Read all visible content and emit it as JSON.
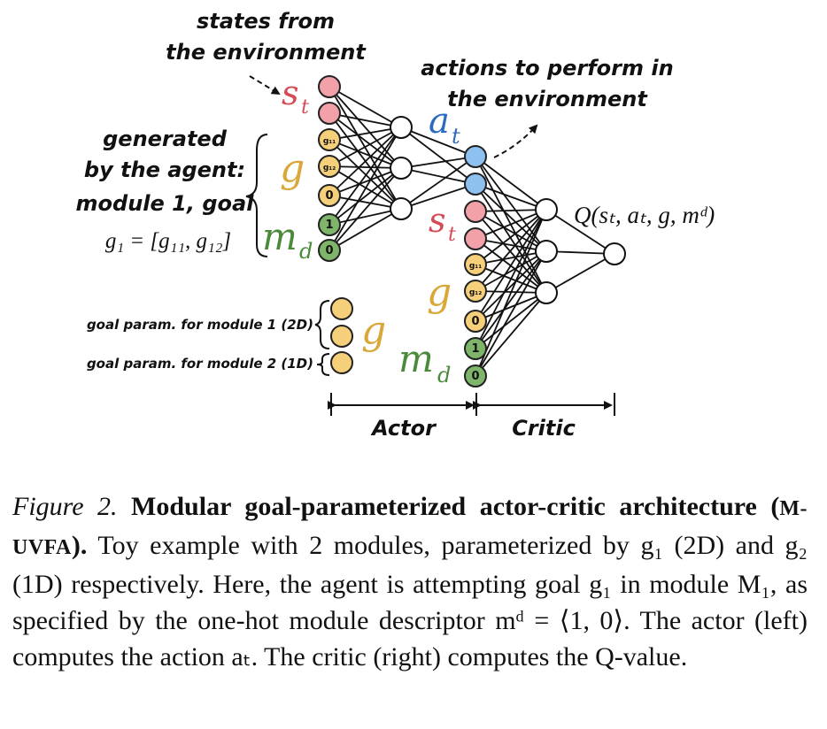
{
  "colors": {
    "state": "#f2a1a8",
    "state_stroke": "#c84c58",
    "goal": "#f5cf7a",
    "goal_stroke": "#c89a2a",
    "module": "#7fb56a",
    "module_stroke": "#3d7a2e",
    "action": "#8ec1f0",
    "action_stroke": "#2f6fb8",
    "hidden": "#ffffff",
    "edge": "#111111",
    "label_state": "#d44a55",
    "label_goal": "#d9a83a",
    "label_module": "#4a8a3a",
    "label_action": "#2a6bbf"
  },
  "annotations": {
    "states_line1": "states from",
    "states_line2": "the environment",
    "actions_line1": "actions to perform in",
    "actions_line2": "the environment",
    "generated_line1": "generated",
    "generated_line2": "by the agent:",
    "generated_line3": "module 1, goal",
    "goal_eq": "g₁ = [g₁₁, g₁₂]",
    "goal_param_1": "goal param. for module 1 (2D)",
    "goal_param_2": "goal param. for module 2 (1D)",
    "actor": "Actor",
    "critic": "Critic",
    "q_label": "Q(sₜ, aₜ, g, mᵈ)"
  },
  "symbols": {
    "s_t_main": "s",
    "s_t_sub": "t",
    "g": "g",
    "m_d_main": "m",
    "m_d_sub": "d",
    "a_t_main": "a",
    "a_t_sub": "t"
  },
  "node_labels": {
    "g11": "g₁₁",
    "g12": "g₁₂",
    "zero": "0",
    "one": "1"
  },
  "caption": {
    "figure_label": "Figure 2.",
    "title_bold": "Modular goal-parameterized actor-critic architecture",
    "abbr_open": "(",
    "abbr": "M-UVFA",
    "abbr_close": ").",
    "body": "Toy example with 2 modules, parameterized by g₁ (2D) and g₂ (1D) respectively. Here, the agent is attempting goal g₁ in module M₁, as specified by the one-hot module descriptor mᵈ = ⟨1, 0⟩. The actor (left) computes the action aₜ. The critic (right) computes the Q-value."
  }
}
